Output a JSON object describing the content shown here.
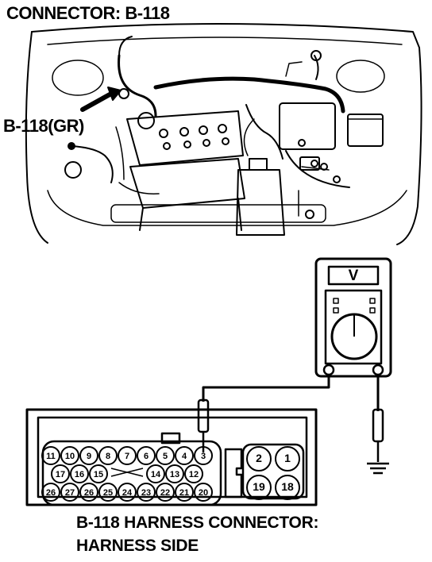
{
  "title": "CONNECTOR: B-118",
  "connector_label": "B-118(GR)",
  "caption_line1": "B-118 HARNESS CONNECTOR:",
  "caption_line2": "HARNESS SIDE",
  "meter_symbol": "V",
  "pins": {
    "row1": [
      "11",
      "10",
      "9",
      "8",
      "7",
      "6",
      "5",
      "4",
      "3"
    ],
    "row2": [
      "17",
      "16",
      "15",
      "14",
      "13",
      "12"
    ],
    "row3": [
      "26",
      "27",
      "26",
      "25",
      "24",
      "23",
      "22",
      "21",
      "20"
    ],
    "big": [
      "2",
      "1",
      "19",
      "18"
    ]
  }
}
